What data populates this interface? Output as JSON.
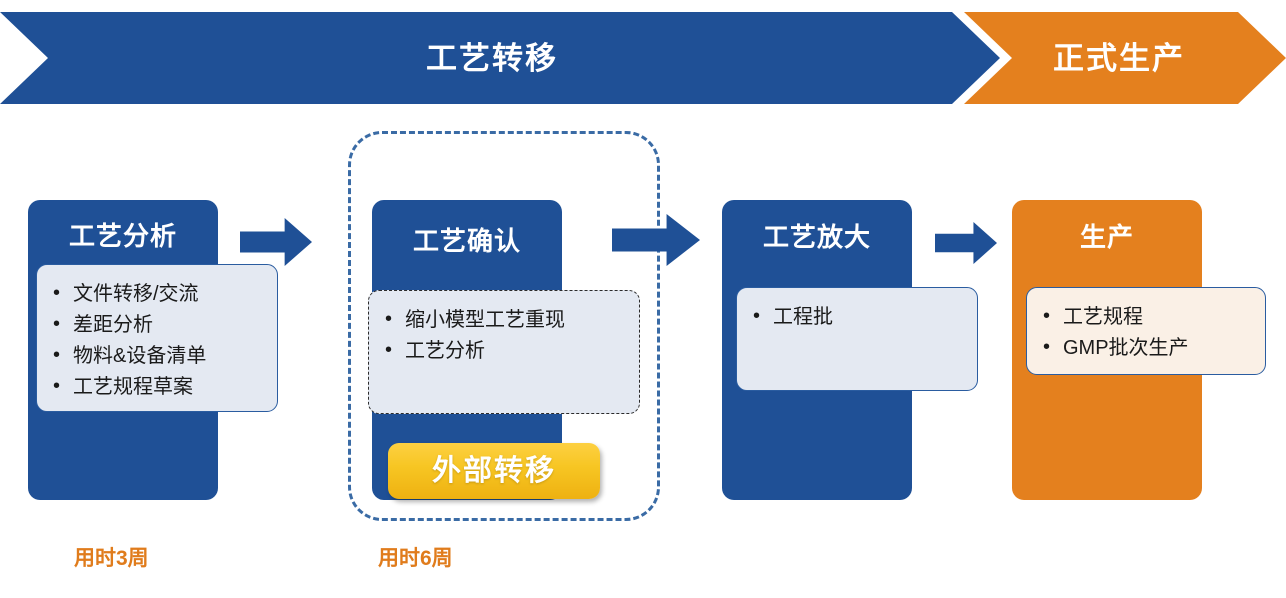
{
  "banner": {
    "segments": [
      {
        "label": "工艺转移",
        "color": "#1f5096"
      },
      {
        "label": "正式生产",
        "color": "#e4801e"
      }
    ]
  },
  "stages": [
    {
      "title": "工艺分析",
      "color": "#1f5096",
      "items": [
        "文件转移/交流",
        "差距分析",
        "物料&设备清单",
        "工艺规程草案"
      ],
      "duration": "用时3周"
    },
    {
      "title": "工艺确认",
      "color": "#1f5096",
      "items": [
        "缩小模型工艺重现",
        "工艺分析"
      ],
      "badge": "外部转移",
      "duration": "用时6周"
    },
    {
      "title": "工艺放大",
      "color": "#1f5096",
      "items": [
        "工程批"
      ]
    },
    {
      "title": "生产",
      "color": "#e4801e",
      "items": [
        "工艺规程",
        "GMP批次生产"
      ]
    }
  ],
  "colors": {
    "blue": "#1f5096",
    "orange": "#e4801e",
    "badge_yellow": "#f7c623",
    "panel_blue_gray": "#e4e9f2",
    "panel_cream": "#faf0e6",
    "duration_text": "#e07c1c"
  }
}
